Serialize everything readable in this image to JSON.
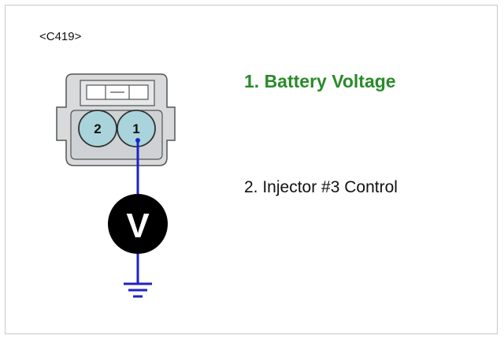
{
  "connector": {
    "id_label": "<C419>",
    "pins": [
      {
        "number": "2"
      },
      {
        "number": "1"
      }
    ]
  },
  "meter": {
    "symbol": "V"
  },
  "pin_descriptions": [
    {
      "text": "1. Battery Voltage",
      "color": "#2a8a2a",
      "bold": true
    },
    {
      "text": "2. Injector #3 Control",
      "color": "#111111",
      "bold": false
    }
  ],
  "colors": {
    "connector_body": "#d8dadc",
    "pin_fill": "#a9d4dc",
    "wire": "#1e22c8",
    "meter_fill": "#000000"
  }
}
